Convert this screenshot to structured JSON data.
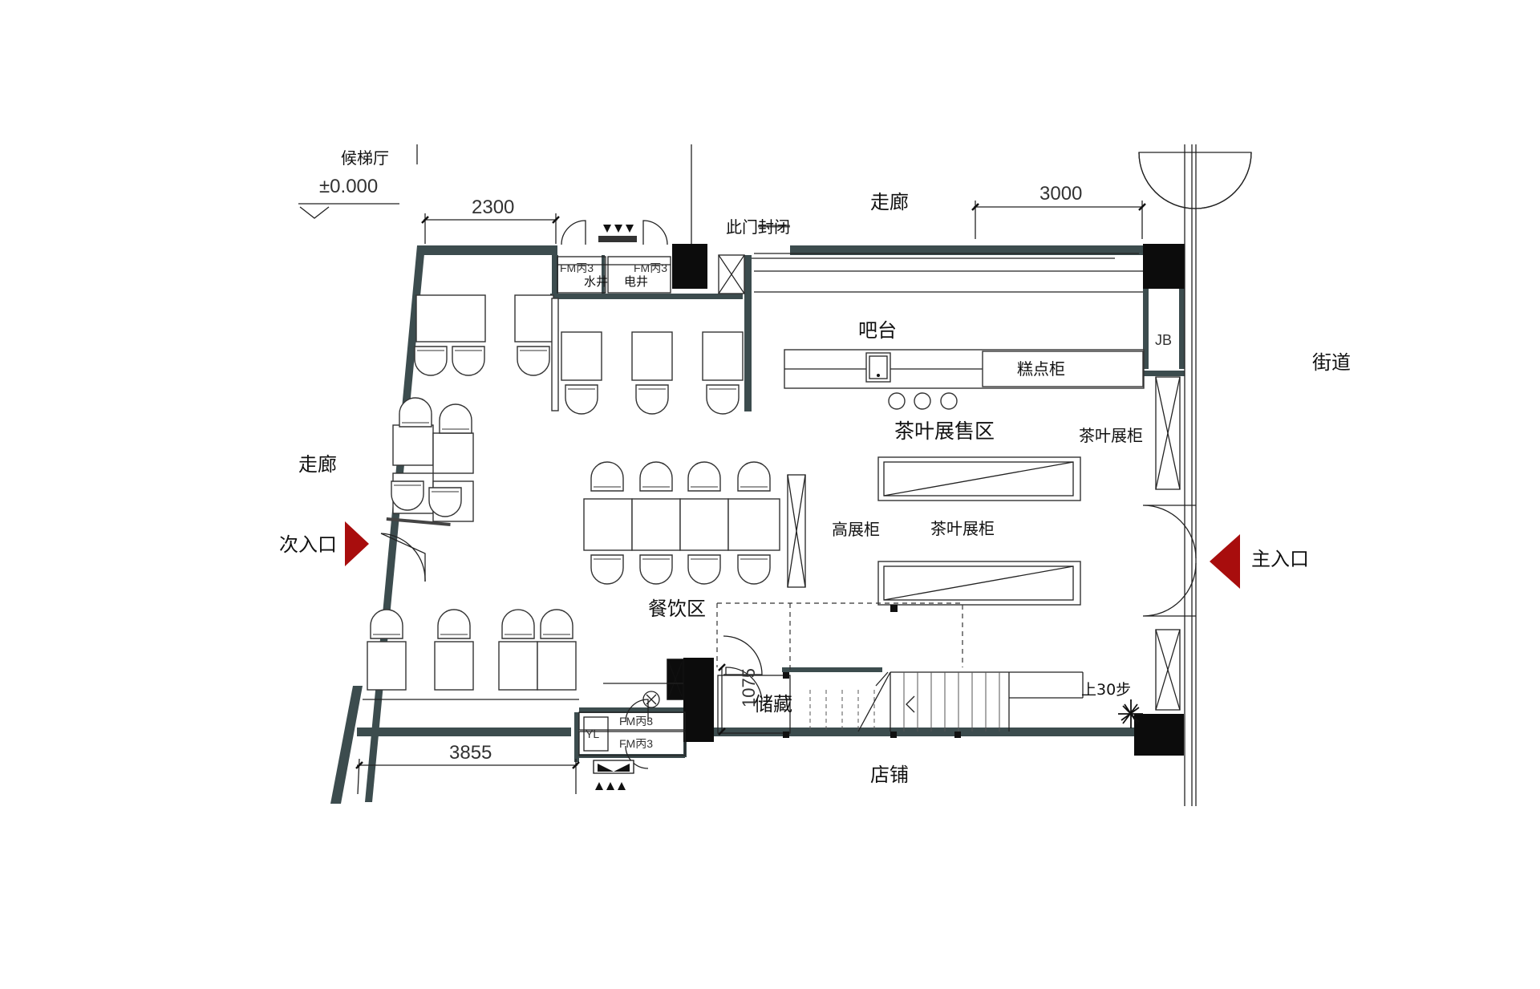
{
  "labels": {
    "elevator_hall": "候梯厅",
    "elevation": "±0.000",
    "corridor_top": "走廊",
    "corridor_left": "走廊",
    "door_sealed": "此门封闭",
    "bar": "吧台",
    "pastry_cabinet": "糕点柜",
    "street": "街道",
    "tea_sales_area": "茶叶展售区",
    "tea_cabinet_right": "茶叶展柜",
    "tall_cabinet": "高展柜",
    "tea_cabinet": "茶叶展柜",
    "secondary_entrance": "次入口",
    "main_entrance": "主入口",
    "dining_area": "餐饮区",
    "storage": "储藏",
    "stairs_up": "上30步",
    "shop": "店铺",
    "fm_a": "FM丙3",
    "fm_b": "FM丙3",
    "water_shaft": "水井",
    "elec_shaft": "电井",
    "jb": "JB",
    "fm_c": "FM丙3",
    "fm_d": "FM丙3",
    "yl": "YL"
  },
  "dimensions": {
    "top_left": "2300",
    "top_right": "3000",
    "bottom_left": "3855",
    "storage_depth": "1075"
  },
  "colors": {
    "wall": "#3c4c4e",
    "column": "#0c0c0c",
    "entrance_marker": "#a80d0d"
  }
}
